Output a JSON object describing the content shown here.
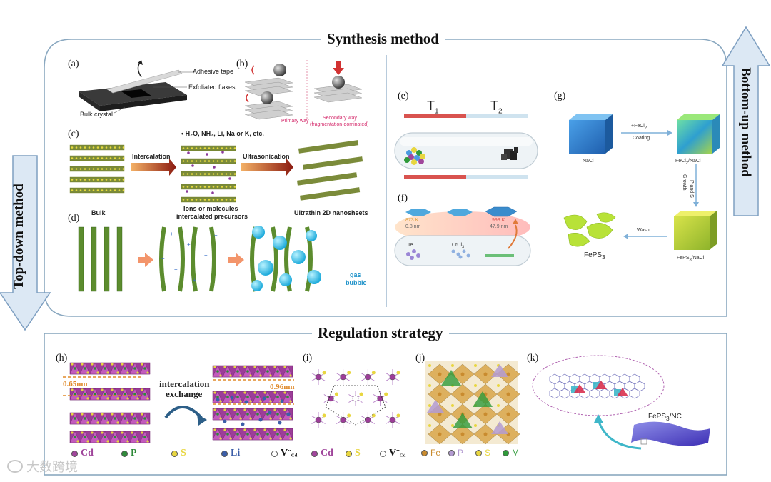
{
  "sections": {
    "synthesis_title": "Synthesis method",
    "regulation_title": "Regulation strategy",
    "top_down_label": "Top-down method",
    "bottom_up_label": "Bottom-up method"
  },
  "panels": {
    "a": {
      "label": "(a)",
      "adhesive_tape": "Adhesive tape",
      "exfoliated_flakes": "Exfoliated flakes",
      "bulk_crystal": "Bulk crystal"
    },
    "b": {
      "label": "(b)",
      "primary_way": "Primary way",
      "secondary_way": "Secondary way",
      "secondary_way_sub": "(fragmentation-dominated)"
    },
    "c_left": {
      "label": "(c)",
      "species": "• H₂O, NH₃, Li, Na or K, etc.",
      "intercalation": "Intercalation",
      "ultrasonication": "Ultrasonication",
      "bulk": "Bulk",
      "ions_line1": "Ions or molecules",
      "ions_line2": "intercalated precursors",
      "nanosheets": "Ultrathin 2D nanosheets"
    },
    "d": {
      "label": "(d)",
      "gas_line1": "gas",
      "gas_line2": "bubble"
    },
    "e": {
      "label": "(e)",
      "t1": "T",
      "t1_sub": "1",
      "t2": "T",
      "t2_sub": "2"
    },
    "f": {
      "label": "(f)",
      "temp1": "873 K",
      "thick1": "0.8 nm",
      "temp2": "993 K",
      "thick2": "47.9 nm",
      "te": "Te",
      "crcl": "CrCl",
      "crcl_sub": "3"
    },
    "g": {
      "label": "(g)",
      "nacl": "NaCl",
      "fecl_prefix": "+FeCl",
      "fecl_sub": "2",
      "coating": "Coating",
      "fecl_nacl": "FeCl",
      "fecl_nacl_sub": "2",
      "fecl_nacl_suffix": "/NaCl",
      "p_and_s": "P and S",
      "growth": "Growth",
      "wash": "Wash",
      "feps_nacl": "FePS",
      "feps_nacl_sub": "3",
      "feps_nacl_suffix": "/NaCl",
      "feps": "FePS",
      "feps_sub": "3"
    },
    "h": {
      "label": "(h)",
      "d1": "0.65nm",
      "d2": "0.96nm",
      "arrow_line1": "intercalation",
      "arrow_line2": "exchange",
      "legend": [
        {
          "sym": "Cd",
          "color": "#a0469b"
        },
        {
          "sym": "P",
          "color": "#2f8a3a"
        },
        {
          "sym": "S",
          "color": "#e8d640"
        },
        {
          "sym": "Li",
          "color": "#3c5ea8"
        },
        {
          "sym": "V",
          "sub": "Cd",
          "sup": "••",
          "color": "#ffffff"
        }
      ]
    },
    "i": {
      "label": "(i)",
      "legend": [
        {
          "sym": "Cd",
          "color": "#a0469b"
        },
        {
          "sym": "S",
          "color": "#e8d640"
        },
        {
          "sym": "V",
          "sub": "Cd",
          "sup": "••",
          "color": "#ffffff"
        }
      ]
    },
    "j": {
      "label": "(j)",
      "legend": [
        {
          "sym": "Fe",
          "color": "#c98b2e"
        },
        {
          "sym": "P",
          "color": "#b39bd1"
        },
        {
          "sym": "S",
          "color": "#e8d640"
        },
        {
          "sym": "M",
          "color": "#2f9a3a"
        }
      ]
    },
    "k": {
      "label": "(k)",
      "feps_nc": "FePS",
      "feps_nc_sub": "3",
      "feps_nc_suffix": "/NC"
    }
  },
  "watermark": "大数跨境",
  "colors": {
    "frame_border": "#8aa8c0",
    "arrow_fill": "#dce8f4",
    "arrow_stroke": "#7e9fc1",
    "gradient_arrow_start": "#f0a050",
    "gradient_arrow_end": "#8b1a10",
    "cube_blue": "#2f7fd0",
    "cube_green": "#5fcf8a",
    "cube_yellow": "#c9d83a",
    "tube_red": "#d9534f",
    "tube_blue": "#cfe3ef"
  }
}
